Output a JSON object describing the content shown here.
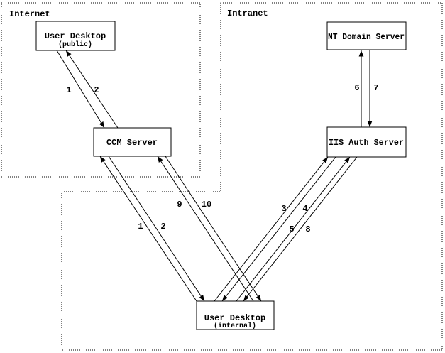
{
  "zones": [
    {
      "label": "Internet"
    },
    {
      "label": "Intranet"
    }
  ],
  "nodes": [
    {
      "id": "user-desktop-public",
      "title": "User Desktop",
      "subtitle": "(public)",
      "zone": "Internet"
    },
    {
      "id": "nt-domain-server",
      "title": "NT Domain Server",
      "subtitle": "",
      "zone": "Intranet"
    },
    {
      "id": "ccm-server",
      "title": "CCM Server",
      "subtitle": "",
      "zone": "Internet"
    },
    {
      "id": "iis-auth-server",
      "title": "IIS Auth Server",
      "subtitle": "",
      "zone": "Intranet"
    },
    {
      "id": "user-desktop-internal",
      "title": "User Desktop",
      "subtitle": "(internal)",
      "zone": "Intranet"
    }
  ],
  "edges": [
    {
      "label": "1",
      "from": "user-desktop-public",
      "to": "ccm-server"
    },
    {
      "label": "2",
      "from": "ccm-server",
      "to": "user-desktop-public"
    },
    {
      "label": "1",
      "from": "user-desktop-internal",
      "to": "ccm-server"
    },
    {
      "label": "2",
      "from": "ccm-server",
      "to": "user-desktop-internal"
    },
    {
      "label": "9",
      "from": "user-desktop-internal",
      "to": "ccm-server"
    },
    {
      "label": "10",
      "from": "ccm-server",
      "to": "user-desktop-internal"
    },
    {
      "label": "3",
      "from": "user-desktop-internal",
      "to": "iis-auth-server"
    },
    {
      "label": "4",
      "from": "iis-auth-server",
      "to": "user-desktop-internal"
    },
    {
      "label": "5",
      "from": "user-desktop-internal",
      "to": "iis-auth-server"
    },
    {
      "label": "8",
      "from": "iis-auth-server",
      "to": "user-desktop-internal"
    },
    {
      "label": "6",
      "from": "iis-auth-server",
      "to": "nt-domain-server"
    },
    {
      "label": "7",
      "from": "nt-domain-server",
      "to": "iis-auth-server"
    }
  ],
  "colors": {
    "stroke": "#000000",
    "background": "#ffffff"
  }
}
